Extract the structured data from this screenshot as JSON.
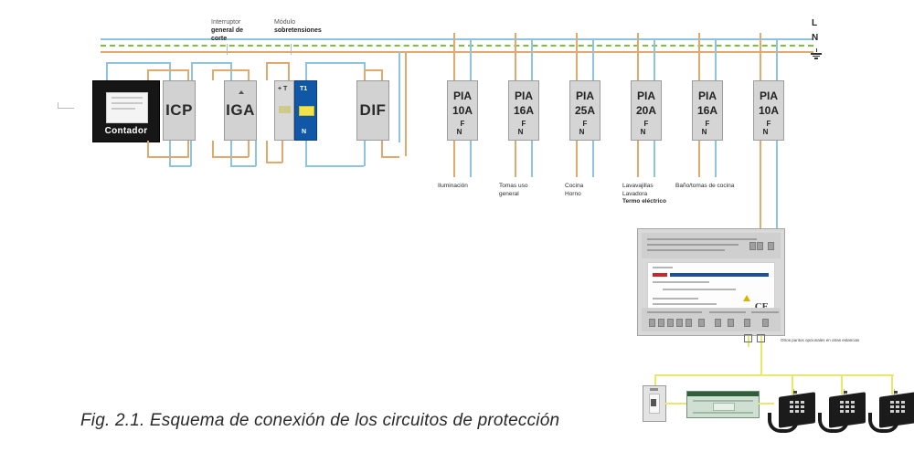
{
  "figure": {
    "caption": "Fig. 2.1. Esquema de conexión de los circuitos de  protección"
  },
  "supply_labels": {
    "line": "L",
    "neutral": "N",
    "earth_icon": "earth-ground-icon"
  },
  "annotations": [
    {
      "line1": "Interruptor",
      "line2": "general de",
      "line3": "corte"
    },
    {
      "line1": "Módulo",
      "line2": "sobretensiones",
      "line3": ""
    }
  ],
  "devices": {
    "meter": {
      "label": "Contador"
    },
    "icp": {
      "label": "ICP"
    },
    "iga": {
      "label": "IGA"
    },
    "surge": {
      "left_mark": "+ T",
      "right_top": "T1",
      "right_bottom": "N"
    },
    "dif": {
      "label": "DIF"
    }
  },
  "breakers": [
    {
      "type": "PIA",
      "rating": "10A",
      "terminals": "F N",
      "circuit": [
        "Iluminación"
      ]
    },
    {
      "type": "PIA",
      "rating": "16A",
      "terminals": "F N",
      "circuit": [
        "Tomas uso",
        "general"
      ]
    },
    {
      "type": "PIA",
      "rating": "25A",
      "terminals": "F N",
      "circuit": [
        "Cocina",
        "Horno"
      ]
    },
    {
      "type": "PIA",
      "rating": "20A",
      "terminals": "F N",
      "circuit": [
        "Lavavajillas",
        "Lavadora",
        "Termo eléctrico"
      ]
    },
    {
      "type": "PIA",
      "rating": "16A",
      "terminals": "F N",
      "circuit": [
        "Baño/tomas de cocina"
      ]
    },
    {
      "type": "PIA",
      "rating": "10A",
      "terminals": "F N",
      "circuit": []
    }
  ],
  "telecom": {
    "panel_name": "telecom-distribution-panel",
    "card_ce_mark": "CE",
    "note": "Otros puntos opcionales en otras estancias",
    "device_left_caption": "",
    "device_right_caption": "",
    "phone_count": 3
  },
  "colors": {
    "earth": "#7fbf3f",
    "neutral_wire": "#8fc4de",
    "line_wire": "#e0a96d",
    "telecom_wire": "#e8e86a",
    "surge_blue": "#1157a8",
    "surge_yellow": "#f2e34a",
    "device_gray": "#d2d2d2",
    "meter_black": "#161616"
  }
}
